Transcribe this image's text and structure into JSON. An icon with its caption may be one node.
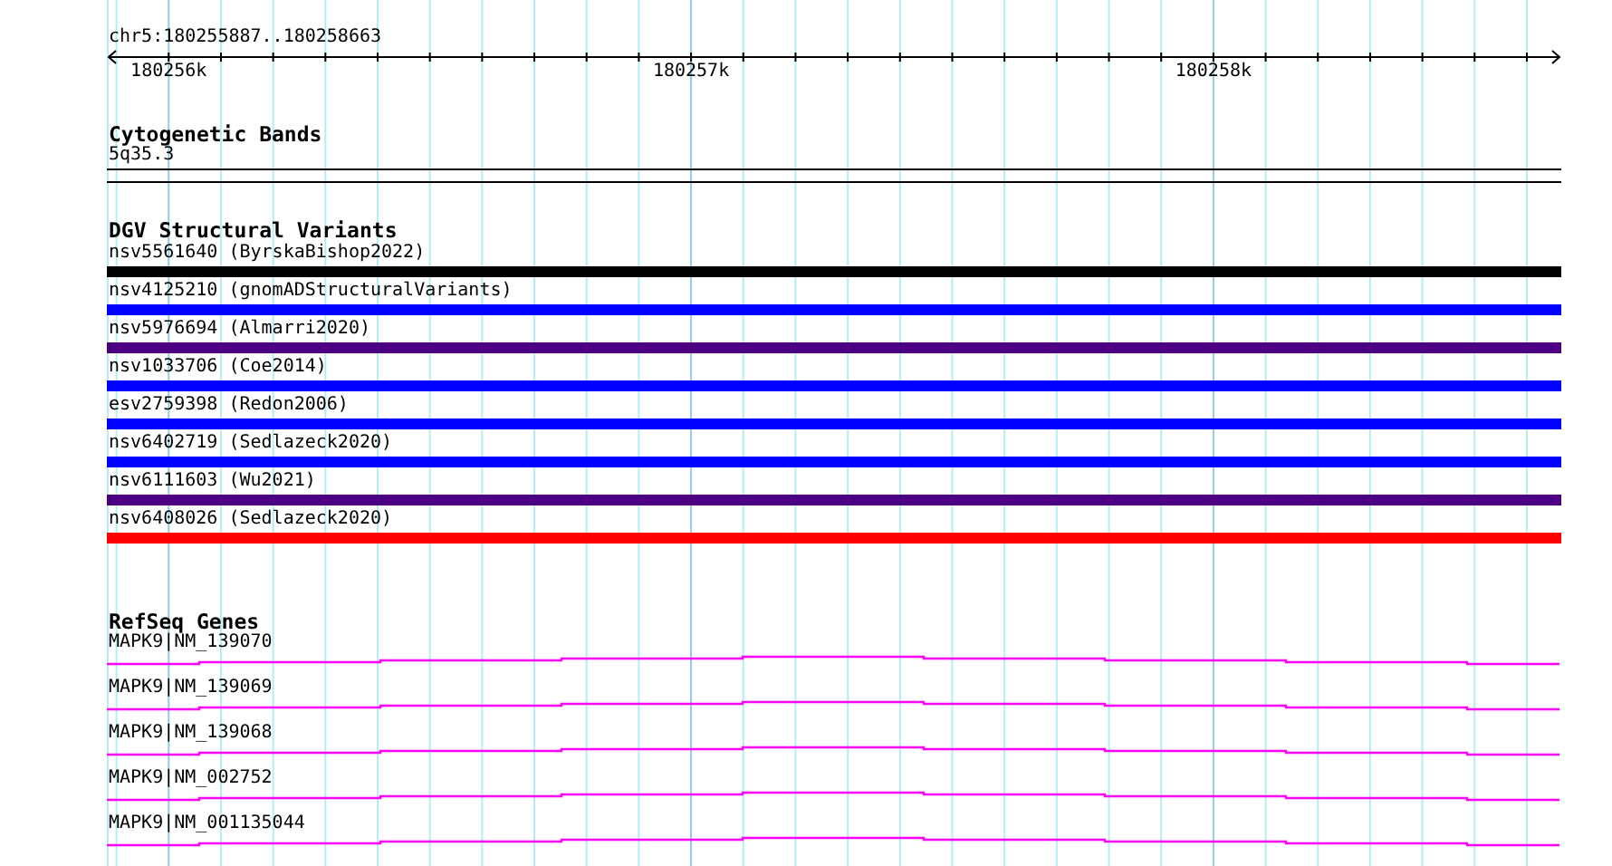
{
  "diagram": {
    "nodes": [
      {
        "text": [
          "5q35.3"
        ]
      },
      {
        "text": [
          "nsv5561640 (ByrskaBishop2022)"
        ]
      },
      {
        "text": [
          "nsv4125210 (gnomADStructuralVariants)"
        ]
      },
      {
        "text": [
          "nsv5976694 (Almarri2020)"
        ]
      },
      {
        "text": [
          "nsv1033706 (Coe2014)"
        ]
      },
      {
        "text": [
          "esv2759398 (Redon2006)"
        ]
      },
      {
        "text": [
          "nsv6402719 (Sedlazeck2020)"
        ]
      },
      {
        "text": [
          "nsv6111603 (Wu2021)"
        ]
      },
      {
        "text": [
          "nsv6408026 (Sedlazeck2020)"
        ]
      },
      {
        "text": [
          "MAPK9|NM_139070"
        ]
      },
      {
        "text": [
          "MAPK9|NM_139069"
        ]
      },
      {
        "text": [
          "MAPK9|NM_139068"
        ]
      },
      {
        "text": [
          "MAPK9|NM_002752"
        ]
      },
      {
        "text": [
          "MAPK9|NM_001135044"
        ]
      }
    ],
    "labels": [
      "chr5:180255887..180258663",
      "180256k",
      "180257k",
      "180258k",
      "Cytogenetic Bands",
      "DGV Structural Variants",
      "RefSeq Genes"
    ]
  }
}
